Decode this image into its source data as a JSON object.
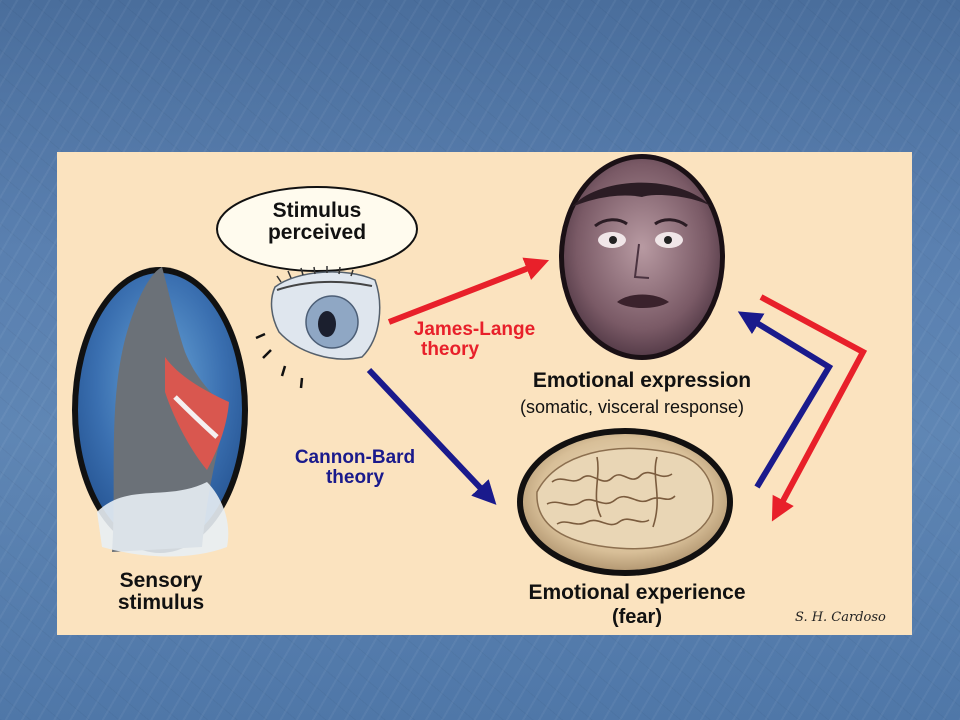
{
  "diagram": {
    "stimulus_perceived": [
      "Stimulus",
      "perceived"
    ],
    "james_lange": [
      "James-Lange",
      "theory"
    ],
    "cannon_bard": [
      "Cannon-Bard",
      "theory"
    ],
    "emotional_expression": "Emotional expression",
    "expression_detail": "(somatic, visceral response)",
    "sensory_stimulus": [
      "Sensory",
      "stimulus"
    ],
    "emotional_experience": "Emotional experience",
    "experience_detail": "(fear)",
    "signature": "S. H. Cardoso"
  },
  "colors": {
    "background": "#5a80b0",
    "panel": "#fbe3bf",
    "james_lange_arrow": "#e8202a",
    "cannon_bard_arrow": "#1a1a8c"
  },
  "icons": [
    "shark-image",
    "eye-icon",
    "fearful-face-image",
    "brain-image"
  ]
}
